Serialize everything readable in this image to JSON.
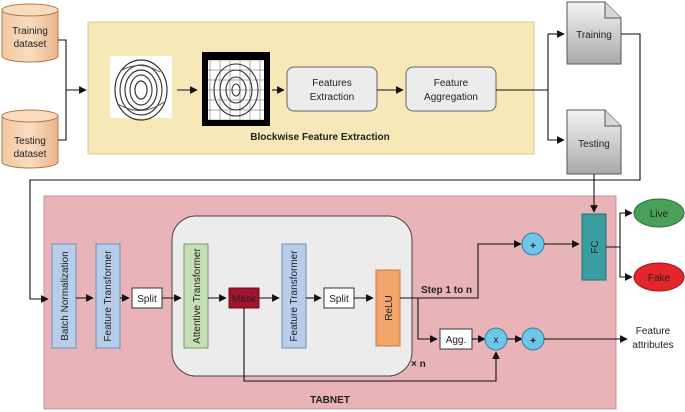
{
  "inputs": {
    "training_dataset": [
      "Training",
      "dataset"
    ],
    "testing_dataset": [
      "Testing",
      "dataset"
    ]
  },
  "extraction": {
    "title": "Blockwise Feature Extraction",
    "features_extraction": [
      "Features",
      "Extraction"
    ],
    "feature_aggregation": [
      "Feature",
      "Aggregation"
    ]
  },
  "docs": {
    "training": "Training",
    "testing": "Testing"
  },
  "tabnet": {
    "title": "TABNET",
    "batch_norm": "Batch Normalization",
    "feature_transformer_1": "Feature Transformer",
    "split_1": "Split",
    "attentive_transformer": "Attentive Transformer",
    "mask": "Mask",
    "feature_transformer_2": "Feature Transformer",
    "split_2": "Split",
    "relu": "ReLU",
    "step": "Step 1 to n",
    "repeat": "× n",
    "agg": "Agg.",
    "plus_top": "+",
    "multiply": "x",
    "plus_bottom": "+",
    "fc": "FC"
  },
  "outputs": {
    "live": "Live",
    "fake": "Fake",
    "feature_attributes": [
      "Feature",
      "attributes"
    ]
  },
  "colors": {
    "extraction_bg": "#f7e8b8",
    "tabnet_bg": "#e8b4b8",
    "inner_bg": "#ececec",
    "blue_box": "#b8cdea",
    "mask": "#a3132c",
    "relu": "#f2a66b",
    "circle": "#6ec6e8",
    "fc": "#3a9ea1",
    "live": "#48a05a",
    "fake": "#e3262b",
    "feature_attr_text": "#e07060"
  }
}
